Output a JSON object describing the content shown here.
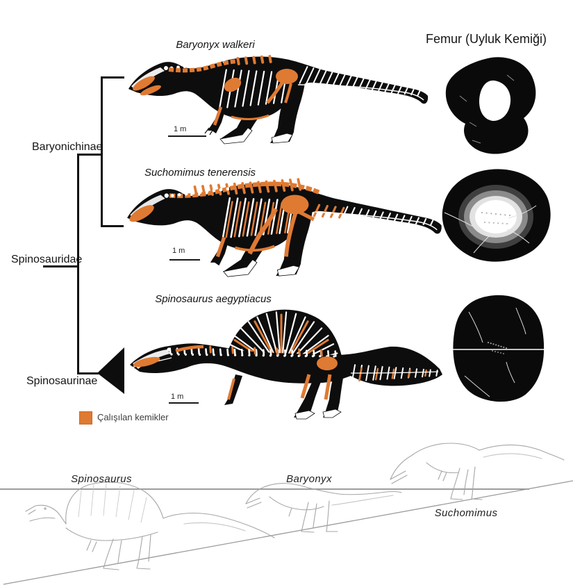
{
  "header": {
    "femur_title": "Femur (Uyluk Kemiği)"
  },
  "tree": {
    "labels": {
      "baryonichinae": "Baryonichinae",
      "spinosauridae": "Spinosauridae",
      "spinosaurinae": "Spinosaurinae"
    }
  },
  "species": [
    {
      "name": "Baryonyx walkeri",
      "scale": "1 m"
    },
    {
      "name": "Suchomimus tenerensis",
      "scale": "1 m"
    },
    {
      "name": "Spinosaurus aegyptiacus",
      "scale": "1 m"
    }
  ],
  "legend": {
    "label": "Çalışılan kemikler",
    "swatch_color": "#DF7A33"
  },
  "size_comparison": {
    "labels": {
      "spinosaurus": "Spinosaurus",
      "baryonyx": "Baryonyx",
      "suchomimus": "Suchomimus"
    }
  },
  "colors": {
    "studied_bone_orange": "#DF7A33",
    "silhouette_black": "#0d0d0d",
    "sketch_gray": "#a6a6a6",
    "line_gray": "#8f8f8f"
  }
}
